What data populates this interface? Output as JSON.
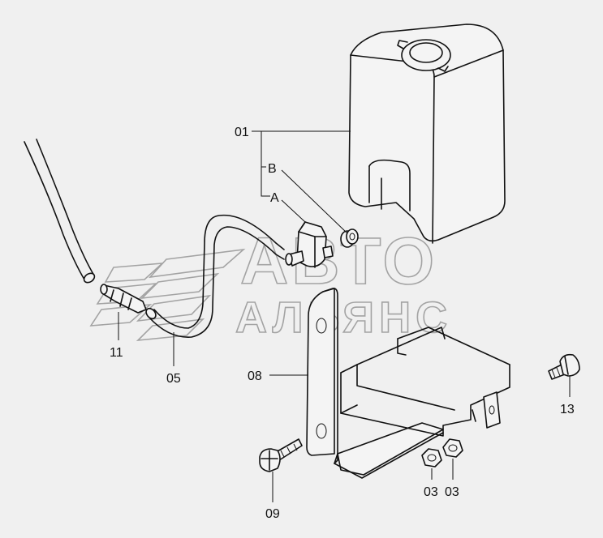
{
  "watermark": {
    "line1": "АВТО",
    "line2": "АЛЬЯНС"
  },
  "callouts": {
    "tank": "01",
    "port_a": "A",
    "port_b": "B",
    "clip": "11",
    "hose": "05",
    "bracket": "08",
    "bolt_left": "09",
    "nut_left": "03",
    "nut_right": "03",
    "bolt_right": "13"
  }
}
